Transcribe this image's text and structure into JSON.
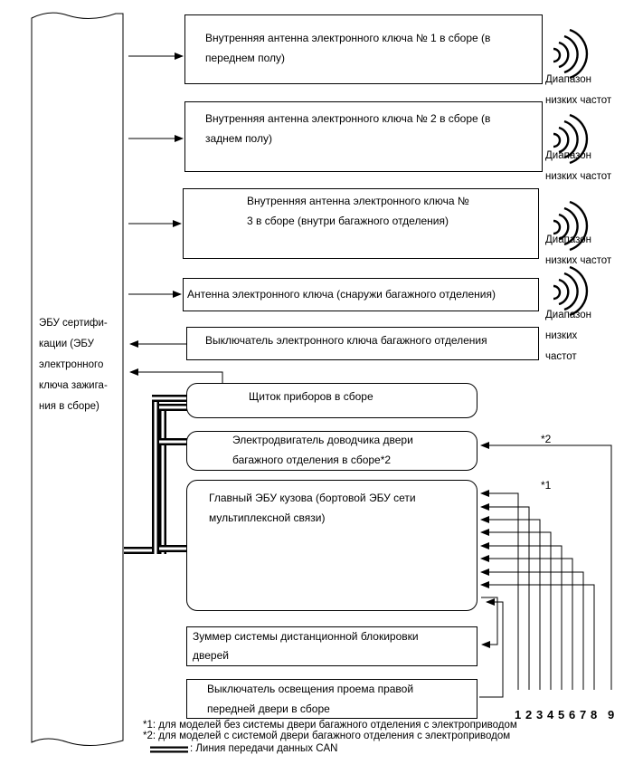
{
  "ecu": {
    "label_lines": [
      "ЭБУ сертифи-",
      "кации (ЭБУ",
      "электронного",
      "ключа зажига-",
      "ния в сборе)"
    ]
  },
  "antennas": [
    {
      "lines": [
        "Внутренняя антенна электронного ключа № 1 в сборе (в",
        "переднем полу)"
      ]
    },
    {
      "lines": [
        "Внутренняя антенна электронного ключа № 2 в сборе (в",
        "заднем полу)"
      ]
    },
    {
      "lines": [
        "Внутренняя антенна электронного ключа №",
        "3 в сборе (внутри багажного отделения)"
      ]
    },
    {
      "lines": [
        "Антенна электронного ключа (снаружи багажного отделения)"
      ]
    }
  ],
  "lf_label": [
    "Диапазон",
    "низких частот"
  ],
  "lf_label_last": [
    "Диапазон",
    "низких",
    "частот"
  ],
  "trunk_switch": "Выключатель электронного ключа багажного отделения",
  "combination_meter": "Щиток приборов в сборе",
  "closer_motor": [
    "Электродвигатель доводчика двери",
    "багажного отделения в сборе*2"
  ],
  "main_body_ecu": [
    "Главный ЭБУ кузова (бортовой ЭБУ сети",
    "мультиплексной связи)"
  ],
  "buzzer": [
    "Зуммер системы дистанционной блокировки",
    "дверей"
  ],
  "courtesy_switch": [
    "Выключатель освещения проема правой",
    "передней двери в сборе"
  ],
  "marks": {
    "star2": "*2",
    "star1": "*1"
  },
  "input_numbers": [
    "1",
    "2",
    "3",
    "4",
    "5",
    "6",
    "7",
    "8",
    "9"
  ],
  "footnotes": {
    "note1": "*1: для моделей без системы двери багажного отделения с электроприводом",
    "note2": "*2: для моделей с системой двери багажного отделения с электроприводом",
    "can": ": Линия передачи данных CAN"
  }
}
